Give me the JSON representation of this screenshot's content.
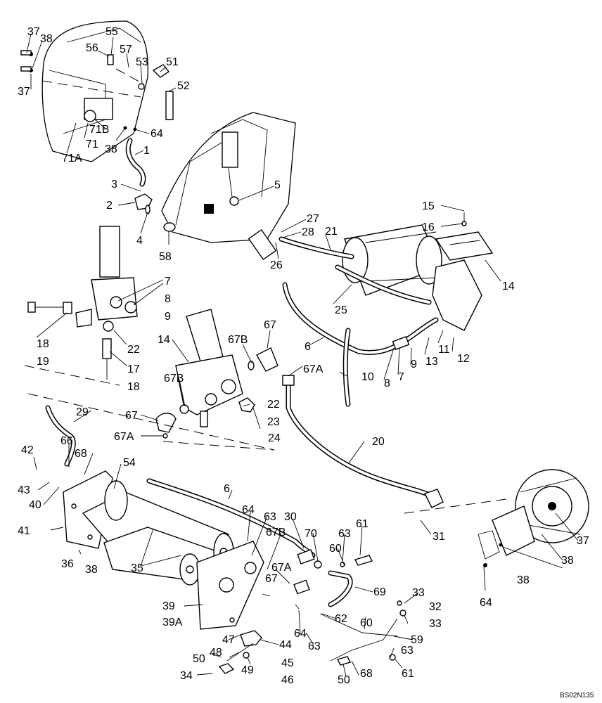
{
  "drawing_code": "BS02N135",
  "callouts": [
    {
      "id": "c37a",
      "text": "37"
    },
    {
      "id": "c38a",
      "text": "38"
    },
    {
      "id": "c55",
      "text": "55"
    },
    {
      "id": "c56",
      "text": "56"
    },
    {
      "id": "c57",
      "text": "57"
    },
    {
      "id": "c53",
      "text": "53"
    },
    {
      "id": "c51",
      "text": "51"
    },
    {
      "id": "c52",
      "text": "52"
    },
    {
      "id": "c37b",
      "text": "37"
    },
    {
      "id": "c71b",
      "text": "71B"
    },
    {
      "id": "c71",
      "text": "71"
    },
    {
      "id": "c38b",
      "text": "38"
    },
    {
      "id": "c64a",
      "text": "64"
    },
    {
      "id": "c71a",
      "text": "71A"
    },
    {
      "id": "c1",
      "text": "1"
    },
    {
      "id": "c3",
      "text": "3"
    },
    {
      "id": "c2",
      "text": "2"
    },
    {
      "id": "c4",
      "text": "4"
    },
    {
      "id": "c5",
      "text": "5"
    },
    {
      "id": "c58",
      "text": "58"
    },
    {
      "id": "c27",
      "text": "27"
    },
    {
      "id": "c28",
      "text": "28"
    },
    {
      "id": "c26",
      "text": "26"
    },
    {
      "id": "c21",
      "text": "21"
    },
    {
      "id": "c15",
      "text": "15"
    },
    {
      "id": "c16",
      "text": "16"
    },
    {
      "id": "c14a",
      "text": "14"
    },
    {
      "id": "c25",
      "text": "25"
    },
    {
      "id": "c7a",
      "text": "7"
    },
    {
      "id": "c8a",
      "text": "8"
    },
    {
      "id": "c9a",
      "text": "9"
    },
    {
      "id": "c18a",
      "text": "18"
    },
    {
      "id": "c19",
      "text": "19"
    },
    {
      "id": "c22a",
      "text": "22"
    },
    {
      "id": "c17",
      "text": "17"
    },
    {
      "id": "c18b",
      "text": "18"
    },
    {
      "id": "c14b",
      "text": "14"
    },
    {
      "id": "c67ba",
      "text": "67B"
    },
    {
      "id": "c67a",
      "text": "67"
    },
    {
      "id": "c6a",
      "text": "6"
    },
    {
      "id": "c11",
      "text": "11"
    },
    {
      "id": "c12",
      "text": "12"
    },
    {
      "id": "c13",
      "text": "13"
    },
    {
      "id": "c9b",
      "text": "9"
    },
    {
      "id": "c7b",
      "text": "7"
    },
    {
      "id": "c8b",
      "text": "8"
    },
    {
      "id": "c67aa",
      "text": "67A"
    },
    {
      "id": "c10",
      "text": "10"
    },
    {
      "id": "c67bb",
      "text": "67B"
    },
    {
      "id": "c22b",
      "text": "22"
    },
    {
      "id": "c23",
      "text": "23"
    },
    {
      "id": "c67b",
      "text": "67"
    },
    {
      "id": "c67ab",
      "text": "67A"
    },
    {
      "id": "c24",
      "text": "24"
    },
    {
      "id": "c29",
      "text": "29"
    },
    {
      "id": "c20",
      "text": "20"
    },
    {
      "id": "c42",
      "text": "42"
    },
    {
      "id": "c66",
      "text": "66"
    },
    {
      "id": "c68a",
      "text": "68"
    },
    {
      "id": "c54",
      "text": "54"
    },
    {
      "id": "c43",
      "text": "43"
    },
    {
      "id": "c40",
      "text": "40"
    },
    {
      "id": "c6b",
      "text": "6"
    },
    {
      "id": "c41",
      "text": "41"
    },
    {
      "id": "c64b",
      "text": "64"
    },
    {
      "id": "c63a",
      "text": "63"
    },
    {
      "id": "c30",
      "text": "30"
    },
    {
      "id": "c67bc",
      "text": "67B"
    },
    {
      "id": "c70",
      "text": "70"
    },
    {
      "id": "c63b",
      "text": "63"
    },
    {
      "id": "c61a",
      "text": "61"
    },
    {
      "id": "c31",
      "text": "31"
    },
    {
      "id": "c37c",
      "text": "37"
    },
    {
      "id": "c60a",
      "text": "60"
    },
    {
      "id": "c36",
      "text": "36"
    },
    {
      "id": "c38c",
      "text": "38"
    },
    {
      "id": "c35",
      "text": "35"
    },
    {
      "id": "c38d",
      "text": "38"
    },
    {
      "id": "c67ac",
      "text": "67A"
    },
    {
      "id": "c67c",
      "text": "67"
    },
    {
      "id": "c69",
      "text": "69"
    },
    {
      "id": "c64c",
      "text": "64"
    },
    {
      "id": "c33a",
      "text": "33"
    },
    {
      "id": "c39",
      "text": "39"
    },
    {
      "id": "c32",
      "text": "32"
    },
    {
      "id": "c39a",
      "text": "39A"
    },
    {
      "id": "c62",
      "text": "62"
    },
    {
      "id": "c33b",
      "text": "33"
    },
    {
      "id": "c60b",
      "text": "60"
    },
    {
      "id": "c64d",
      "text": "64"
    },
    {
      "id": "c47",
      "text": "47"
    },
    {
      "id": "c44",
      "text": "44"
    },
    {
      "id": "c59",
      "text": "59"
    },
    {
      "id": "c63c",
      "text": "63"
    },
    {
      "id": "c48",
      "text": "48"
    },
    {
      "id": "c63d",
      "text": "63"
    },
    {
      "id": "c50a",
      "text": "50"
    },
    {
      "id": "c49",
      "text": "49"
    },
    {
      "id": "c45",
      "text": "45"
    },
    {
      "id": "c34",
      "text": "34"
    },
    {
      "id": "c68b",
      "text": "68"
    },
    {
      "id": "c61b",
      "text": "61"
    },
    {
      "id": "c46",
      "text": "46"
    },
    {
      "id": "c50b",
      "text": "50"
    }
  ]
}
